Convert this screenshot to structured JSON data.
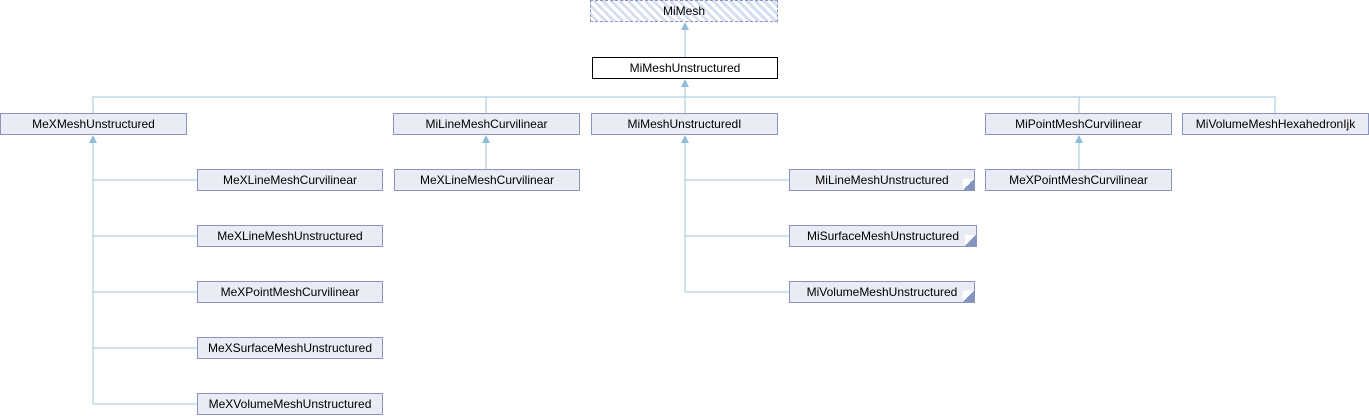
{
  "diagram": {
    "type": "class-inheritance-graph",
    "colors": {
      "line": "#9cc6dc",
      "arrow": "#90bcd8",
      "node_border": "#8a94be",
      "node_fill": "#e9ebf5",
      "focus_border": "#000000",
      "hatch_stripe": "#d6dff1",
      "fold": "#8593c1",
      "text": "#000000",
      "background": "#ffffff"
    },
    "nodes": [
      {
        "label": "MiMesh",
        "style": "virtual"
      },
      {
        "label": "MiMeshUnstructured",
        "style": "focus"
      },
      {
        "label": "MeXMeshUnstructured"
      },
      {
        "label": "MiLineMeshCurvilinear"
      },
      {
        "label": "MiMeshUnstructuredI"
      },
      {
        "label": "MiPointMeshCurvilinear"
      },
      {
        "label": "MiVolumeMeshHexahedronIjk"
      },
      {
        "label": "MeXLineMeshCurvilinear"
      },
      {
        "label": "MeXLineMeshCurvilinear"
      },
      {
        "label": "MiLineMeshUnstructured",
        "truncated": true
      },
      {
        "label": "MeXPointMeshCurvilinear"
      },
      {
        "label": "MeXLineMeshUnstructured"
      },
      {
        "label": "MiSurfaceMeshUnstructured",
        "truncated": true
      },
      {
        "label": "MeXPointMeshCurvilinear"
      },
      {
        "label": "MiVolumeMeshUnstructured",
        "truncated": true
      },
      {
        "label": "MeXSurfaceMeshUnstructured"
      },
      {
        "label": "MeXVolumeMeshUnstructured"
      }
    ]
  }
}
